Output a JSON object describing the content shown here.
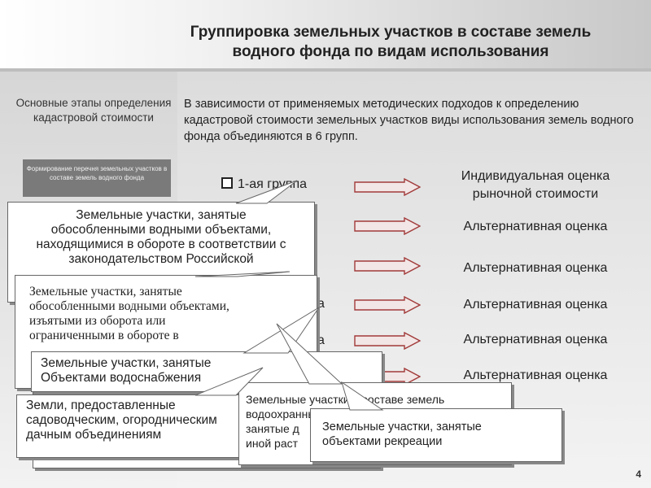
{
  "slide": {
    "title_line1": "Группировка земельных участков в составе земель",
    "title_line2": "водного фонда по видам использования",
    "stages_label": "Основные этапы определения кадастровой стоимости",
    "intro_text": "В зависимости от применяемых методических подходов к определению кадастровой стоимости земельных участков виды использования земель водного фонда объединяются в 6 групп.",
    "small_box_text": "Формирование перечня земельных участков в составе земель водного фонда",
    "page_number": "4"
  },
  "groups": [
    {
      "label": "1-ая группа",
      "result_line1": "Индивидуальная оценка",
      "result_line2": "рыночной стоимости"
    },
    {
      "label": "",
      "result_line1": "Альтернативная оценка",
      "result_line2": ""
    },
    {
      "label": "",
      "result_line1": "Альтернативная оценка",
      "result_line2": ""
    },
    {
      "label": "а",
      "result_line1": "Альтернативная оценка",
      "result_line2": ""
    },
    {
      "label": "а",
      "result_line1": "Альтернативная оценка",
      "result_line2": ""
    },
    {
      "label": "",
      "result_line1": "Альтернативная оценка",
      "result_line2": ""
    }
  ],
  "callouts": {
    "c1": [
      "Земельные участки, занятые",
      "обособленными водными объектами,",
      "находящимися в обороте в соответствии с",
      "законодательством  Российской"
    ],
    "c2": [
      "Земельные участки, занятые",
      "обособленными водными объектами,",
      "изъятыми из оборота или",
      "ограниченными в обороте в"
    ],
    "c3": [
      "Земельные участки, занятые",
      "Объектами водоснабжения"
    ],
    "c4": [
      "Земли, предоставленные",
      "садоводческим, огородническим",
      "дачным объединениям"
    ],
    "c5": [
      "Земельные участки в составе земель",
      "водоохранных",
      "занятые д",
      "иной раст"
    ],
    "c6": [
      "Земельные участки, занятые",
      "объектами рекреации"
    ]
  },
  "colors": {
    "arrow_fill": "#f2e6e6",
    "arrow_stroke": "#a23a3a",
    "box_border": "#666666",
    "callout_bg": "#ffffff"
  }
}
